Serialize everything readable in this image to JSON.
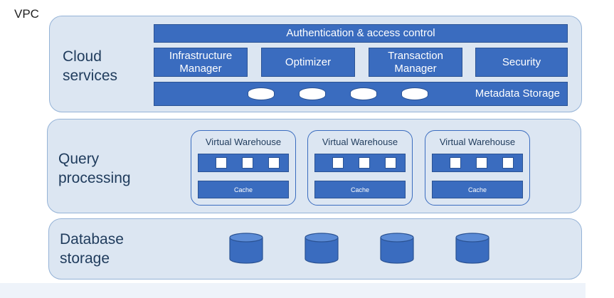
{
  "vpc_label": "VPC",
  "cloud_services": {
    "title": "Cloud\nservices",
    "auth_bar": "Authentication & access control",
    "components": [
      "Infrastructure\nManager",
      "Optimizer",
      "Transaction\nManager",
      "Security"
    ],
    "metadata_label": "Metadata Storage",
    "metadata_disk_count": 4
  },
  "query_processing": {
    "title": "Query\nprocessing",
    "warehouses": [
      {
        "label": "Virtual Warehouse",
        "cache_label": "Cache"
      },
      {
        "label": "Virtual Warehouse",
        "cache_label": "Cache"
      },
      {
        "label": "Virtual Warehouse",
        "cache_label": "Cache"
      }
    ]
  },
  "database_storage": {
    "title": "Database\nstorage",
    "cylinder_count": 4
  },
  "colors": {
    "layer_fill": "#dce6f2",
    "layer_border": "#95b3d7",
    "component_blue": "#3a6cbf",
    "text_dark": "#1f3b5c"
  }
}
